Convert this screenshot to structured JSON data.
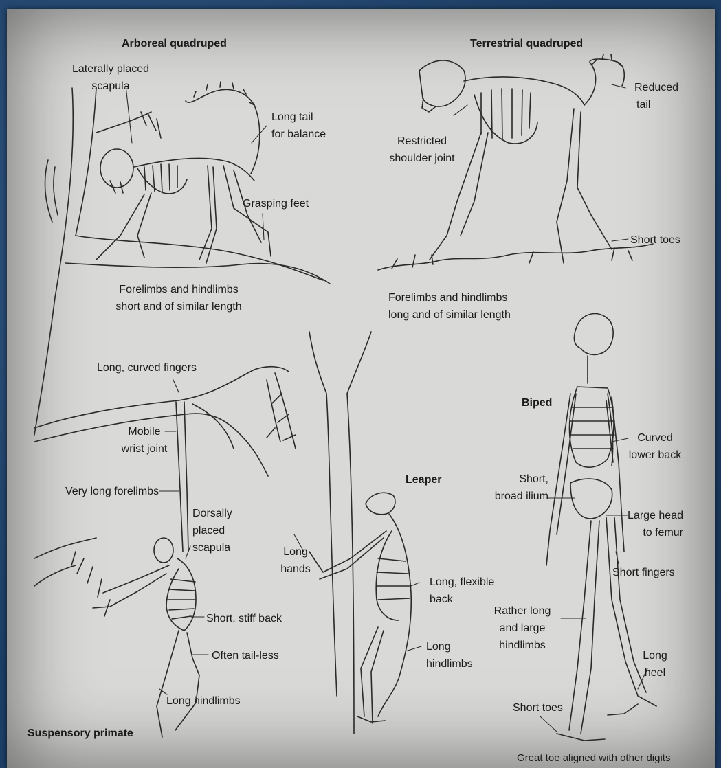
{
  "figure": {
    "panels": {
      "arboreal": {
        "title": "Arboreal quadruped",
        "scapula": [
          "Laterally placed",
          "scapula"
        ],
        "tail": [
          "Long tail",
          "for balance"
        ],
        "feet": "Grasping feet",
        "limbs": [
          "Forelimbs and hindlimbs",
          "short and of similar length"
        ]
      },
      "terrestrial": {
        "title": "Terrestrial quadruped",
        "tail": [
          "Reduced",
          "tail"
        ],
        "shoulder": [
          "Restricted",
          "shoulder joint"
        ],
        "toes": "Short toes",
        "limbs": [
          "Forelimbs and hindlimbs",
          "long and of similar length"
        ]
      },
      "suspensory": {
        "title": "Suspensory primate",
        "fingers": "Long, curved fingers",
        "wrist": [
          "Mobile",
          "wrist joint"
        ],
        "forelimbs": "Very long forelimbs",
        "scapula": [
          "Dorsally",
          "placed",
          "scapula"
        ],
        "back": "Short, stiff back",
        "tail": "Often tail-less",
        "hindlimbs": "Long hindlimbs"
      },
      "leaper": {
        "title": "Leaper",
        "hands": [
          "Long",
          "hands"
        ],
        "back": [
          "Long, flexible",
          "back"
        ],
        "hindlimbs": [
          "Long",
          "hindlimbs"
        ]
      },
      "biped": {
        "title": "Biped",
        "lower_back": [
          "Curved",
          "lower back"
        ],
        "ilium": [
          "Short,",
          "broad ilium"
        ],
        "femur": [
          "Large head",
          "to femur"
        ],
        "fingers": "Short fingers",
        "hindlimbs": [
          "Rather long",
          "and large",
          "hindlimbs"
        ],
        "heel": [
          "Long",
          "heel"
        ],
        "toes": "Short toes",
        "great_toe": "Great toe aligned with other digits"
      }
    }
  }
}
